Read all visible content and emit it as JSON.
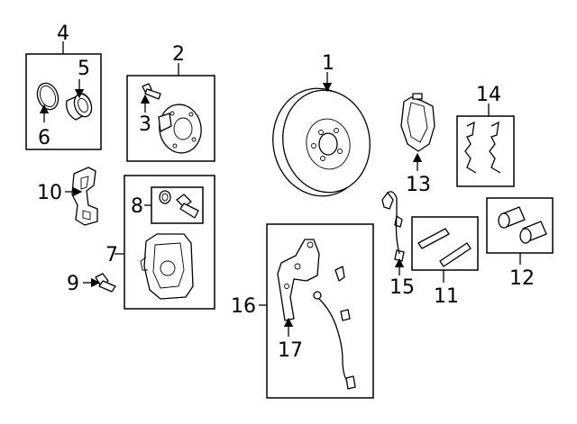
{
  "diagram": {
    "callouts": [
      {
        "id": "c1",
        "label": "1"
      },
      {
        "id": "c2",
        "label": "2"
      },
      {
        "id": "c3",
        "label": "3"
      },
      {
        "id": "c4",
        "label": "4"
      },
      {
        "id": "c5",
        "label": "5"
      },
      {
        "id": "c6",
        "label": "6"
      },
      {
        "id": "c7",
        "label": "7"
      },
      {
        "id": "c8",
        "label": "8"
      },
      {
        "id": "c9",
        "label": "9"
      },
      {
        "id": "c10",
        "label": "10"
      },
      {
        "id": "c11",
        "label": "11"
      },
      {
        "id": "c12",
        "label": "12"
      },
      {
        "id": "c13",
        "label": "13"
      },
      {
        "id": "c14",
        "label": "14"
      },
      {
        "id": "c15",
        "label": "15"
      },
      {
        "id": "c16",
        "label": "16"
      },
      {
        "id": "c17",
        "label": "17"
      }
    ]
  },
  "style": {
    "line_color": "#000000",
    "background": "#ffffff"
  }
}
